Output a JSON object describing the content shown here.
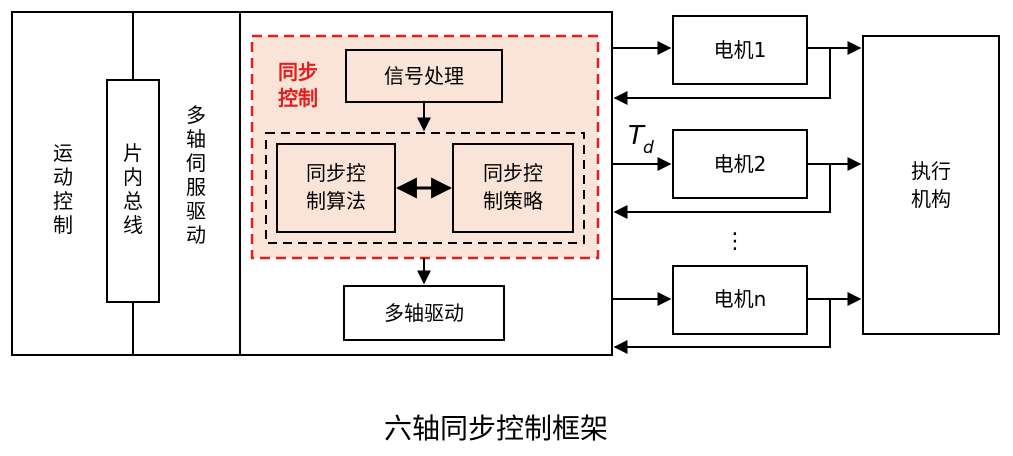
{
  "diagram": {
    "motion_control": "运动控制",
    "onchip_bus": "片内总线",
    "multi_axis_servo": "多轴伺服驱动",
    "sync_region_label": [
      "同步",
      "控制"
    ],
    "signal_processing": "信号处理",
    "sync_algorithm": [
      "同步控",
      "制算法"
    ],
    "sync_strategy": [
      "同步控",
      "制策略"
    ],
    "multi_axis_drive": "多轴驱动",
    "motors": [
      "电机1",
      "电机2",
      "电机n"
    ],
    "ellipsis": "⋮",
    "disturbance_symbol": "T",
    "disturbance_subscript": "d",
    "actuator": [
      "执行",
      "机构"
    ],
    "caption": "六轴同步控制框架",
    "colors": {
      "sync_region_border": "#e02020",
      "sync_region_label": "#e02020",
      "sync_fill": "#fae3d7",
      "line": "#000000"
    }
  }
}
